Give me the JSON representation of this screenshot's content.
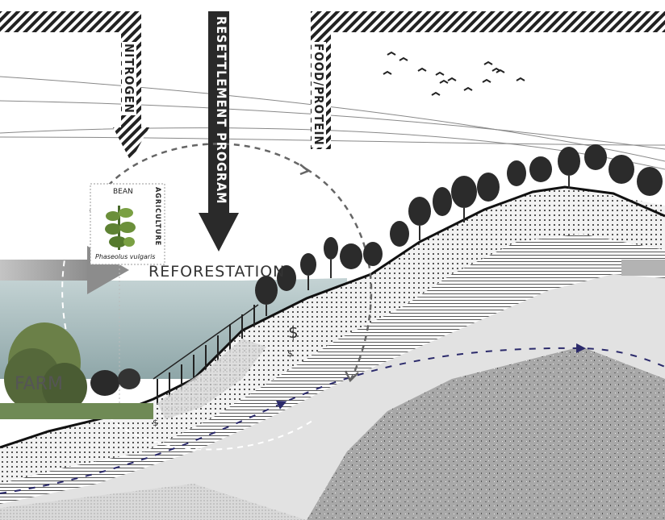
{
  "flows": {
    "nitrogen": "NITROGEN",
    "resettlement": "RESETTLEMENT PROGRAM",
    "food": "FOOD/PROTEIN"
  },
  "labels": {
    "reforestation": "REFORESTATION",
    "farm": "FARM",
    "dollar_large": "$",
    "dollar_small": "$"
  },
  "card": {
    "title": "BEAN",
    "species": "Phaseolus vulgaris",
    "category": "AGRICULTURE"
  },
  "colors": {
    "arrow_dark": "#2a2a2a",
    "arrow_grey": "#9a9a9a",
    "mist": "#9db3b5",
    "ground_light": "#e6e6e6",
    "ground_mid": "#cfcfcf",
    "ground_dark": "#a9a9a9",
    "water_table": "#2b2a6b"
  }
}
